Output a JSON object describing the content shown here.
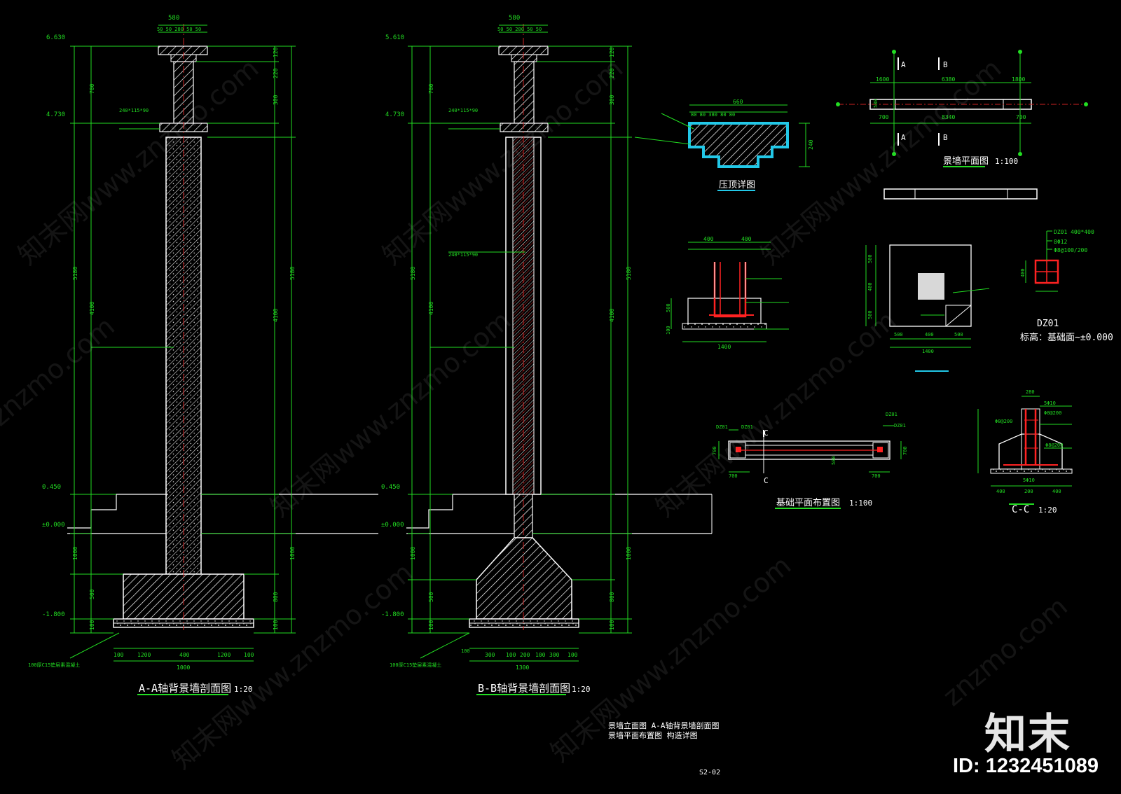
{
  "drawing": {
    "section_a": {
      "title": "A-A轴背景墙剖面图",
      "scale": "1:20",
      "top_width": "580",
      "top_subdims": "50 50 280 50 50",
      "elevations": [
        "6.630",
        "4.730",
        "0.450",
        "±0.000",
        "-1.800"
      ],
      "right_dims": [
        "120",
        "220",
        "300",
        "4100",
        "5180",
        "1000",
        "800",
        "100"
      ],
      "left_dims": [
        "700",
        "5180",
        "4100",
        "1000",
        "500",
        "100"
      ],
      "bottom_dims": [
        "100",
        "1200",
        "400",
        "1200",
        "100"
      ],
      "bottom_total": "1000",
      "note_brick": "240*115*90",
      "note_footing": "100厚C15垫层素混凝土"
    },
    "section_b": {
      "title": "B-B轴背景墙剖面图",
      "scale": "1:20",
      "top_width": "580",
      "top_subdims": "50 50 280 50 50",
      "elevations": [
        "5.610",
        "4.730",
        "0.450",
        "±0.000",
        "-1.800"
      ],
      "right_dims": [
        "120",
        "220",
        "300",
        "4100",
        "5180",
        "1000",
        "800",
        "100"
      ],
      "left_dims": [
        "700",
        "5180",
        "4100",
        "1000",
        "500",
        "100"
      ],
      "bottom_dims": [
        "100",
        "300",
        "100",
        "200",
        "100",
        "300",
        "100"
      ],
      "bottom_total": "1300",
      "note_brick": "240*115*90",
      "note_brick2": "240*115*90",
      "note_footing": "100厚C15垫层素混凝土"
    },
    "coping": {
      "title": "压顶详图",
      "width": "660",
      "subdims": "80 80 380 80 80",
      "height": "240"
    },
    "wall_plan": {
      "title": "景墙平面图",
      "scale": "1:100",
      "labels": [
        "A",
        "B",
        "A",
        "B"
      ],
      "dims_top": [
        "1600",
        "6380",
        "1800"
      ],
      "dims_bottom": [
        "700",
        "8340",
        "700"
      ],
      "side_dim": "580"
    },
    "pile_plan": {
      "title": "基础平面布置图",
      "scale": "1:100",
      "labels": [
        "DZ01",
        "DZ01",
        "DZ01",
        "DZ01",
        "C",
        "C"
      ],
      "dims": [
        "700",
        "700",
        "700",
        "700",
        "580"
      ]
    },
    "section_c": {
      "title": "C-C",
      "scale": "1:20",
      "top": "280",
      "notes": [
        "5Φ10",
        "Φ8@200",
        "Φ8@200",
        "Φ8@200",
        "5Φ10"
      ],
      "bottom_dims": [
        "400",
        "200",
        "400"
      ]
    },
    "dz01": {
      "name": "DZ01",
      "note": "标高：基础面~±0.000",
      "specs": [
        "DZ01 400*400",
        "8Φ12",
        "Φ8@100/200"
      ],
      "side": "400"
    },
    "foundation_detail": {
      "dims_top": [
        "400",
        "400"
      ],
      "dims_bottom": [
        "1400"
      ],
      "dims_side": [
        "100",
        "500"
      ]
    },
    "pile_cap": {
      "dims_bottom": [
        "500",
        "400",
        "500"
      ],
      "total": "1400",
      "side_dims": [
        "500",
        "400",
        "500"
      ]
    },
    "sheet_notes": [
      "景墙立面图  A-A轴背景墙剖面图",
      "景墙平面布置图   构造详图"
    ],
    "sheet_no": "S2-02"
  },
  "watermark": {
    "text": "znzmo.com",
    "text_cn": "知末网www.znzmo.com"
  },
  "brand": {
    "logo": "知末",
    "id": "ID: 1232451089"
  },
  "colors": {
    "background": "#000000",
    "line": "#ffffff",
    "dimension": "#22dd22",
    "rebar": "#ff2222",
    "highlight": "#22c8e8",
    "axis": "#cc2222"
  }
}
